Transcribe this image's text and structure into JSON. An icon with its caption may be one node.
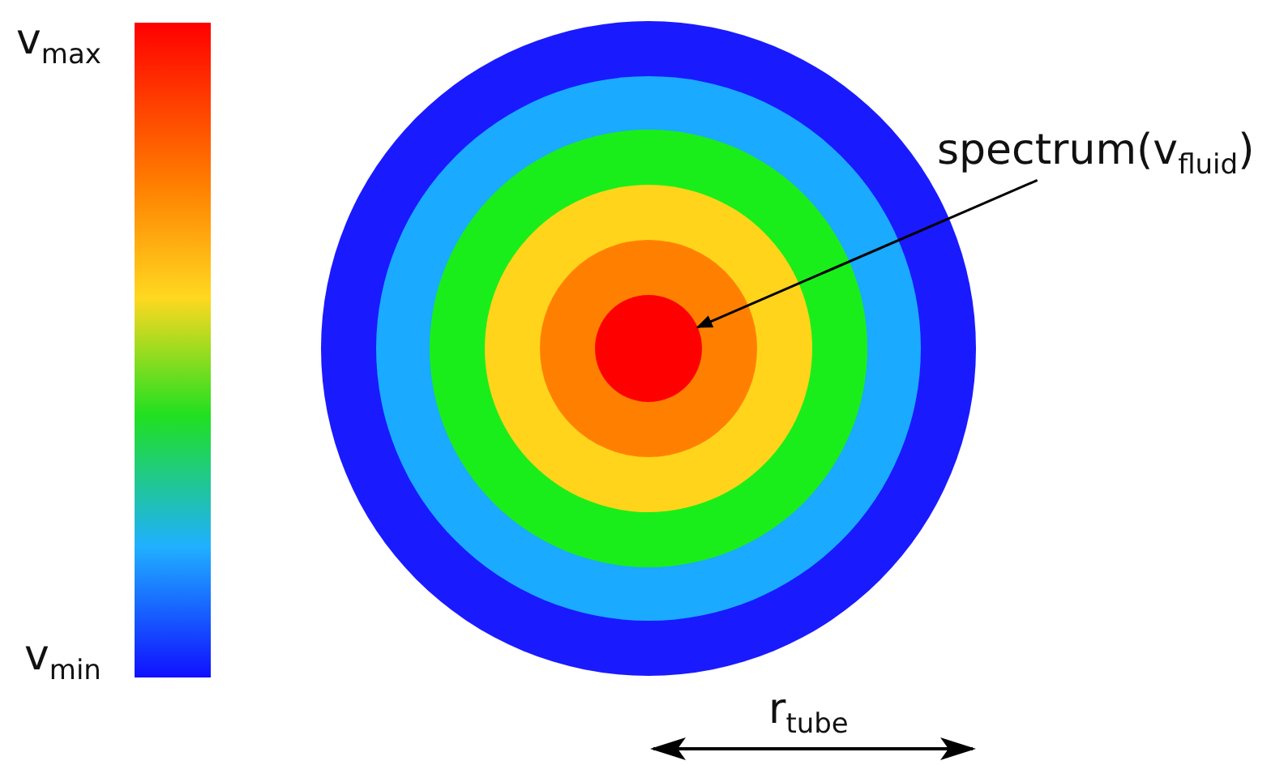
{
  "diagram": {
    "nodes": [
      {
        "text": [],
        "shape": "bar"
      },
      {
        "text": [
          "spectrum(v$_{fluid}$)"
        ]
      },
      {
        "text": [],
        "shape": "circle"
      }
    ],
    "edges": [
      {
        "from": 1,
        "to": 2,
        "arrow": "to"
      }
    ],
    "labels": [
      "v$_{max}$",
      "v$_{min}$",
      "r$_{tube}$"
    ]
  }
}
